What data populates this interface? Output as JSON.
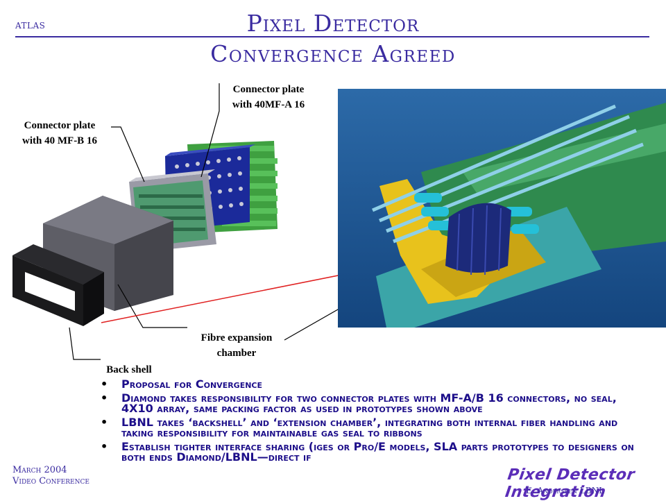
{
  "header": {
    "org": "atlas",
    "title": "Pixel Detector",
    "subtitle": "Convergence Agreed"
  },
  "diagram": {
    "label_connector_plate_b": "Connector plate with 40 MF-B 16",
    "label_connector_plate_a": "Connector plate with 40MF-A 16",
    "label_fibre_chamber": "Fibre expansion chamber",
    "label_back_shell": "Back shell"
  },
  "bullets": [
    "Proposal for Convergence",
    "Diamond takes responsibility for two connector plates with MF-A/B 16 connectors, no seal, 4X10 array, same packing factor as used in prototypes shown above",
    "LBNL takes ‘backshell’ and ‘extension chamber’, integrating both internal fiber handling and taking responsibility for maintainable gas seal to ribbons",
    "Establish tighter interface sharing (iges or Pro/E models, SLA parts prototypes to designers on both ends Diamond/LBNL—direct if"
  ],
  "footer": {
    "date": "March 2004",
    "event": "Video Conference",
    "logo_text": "Pixel Detector Integration",
    "credit": "E. Anderssen LBNL"
  },
  "colors": {
    "title": "#3a2ba0",
    "bullet_text": "#1d0f8a",
    "render_bg": "#1a5a9a"
  }
}
